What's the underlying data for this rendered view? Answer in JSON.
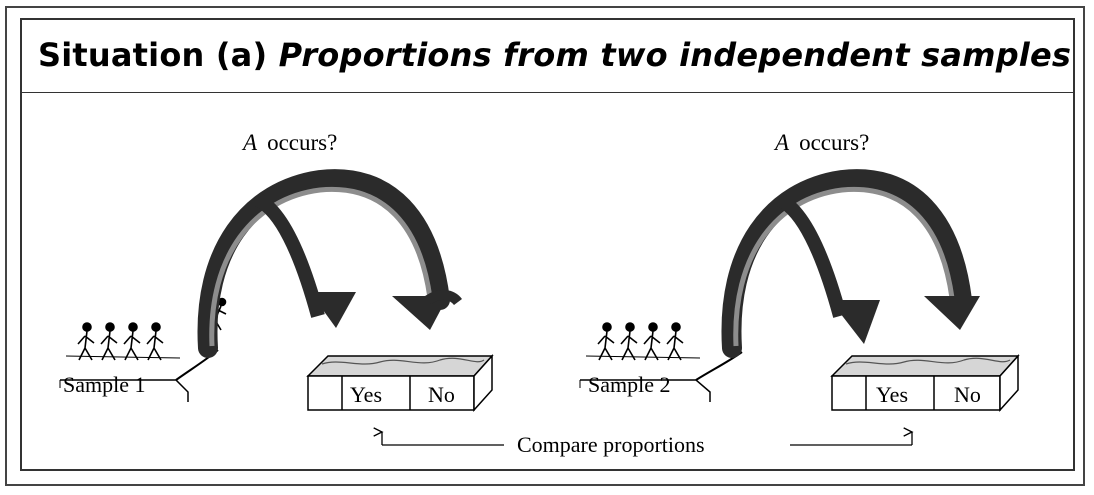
{
  "title": {
    "situation": "Situation (a)",
    "description": "Proportions from two independent samples"
  },
  "panels": [
    {
      "question_var": "A",
      "question_text": "occurs?",
      "sample_label": "Sample 1",
      "box_yes": "Yes",
      "box_no": "No"
    },
    {
      "question_var": "A",
      "question_text": "occurs?",
      "sample_label": "Sample 2",
      "box_yes": "Yes",
      "box_no": "No"
    }
  ],
  "compare_label": "Compare proportions"
}
